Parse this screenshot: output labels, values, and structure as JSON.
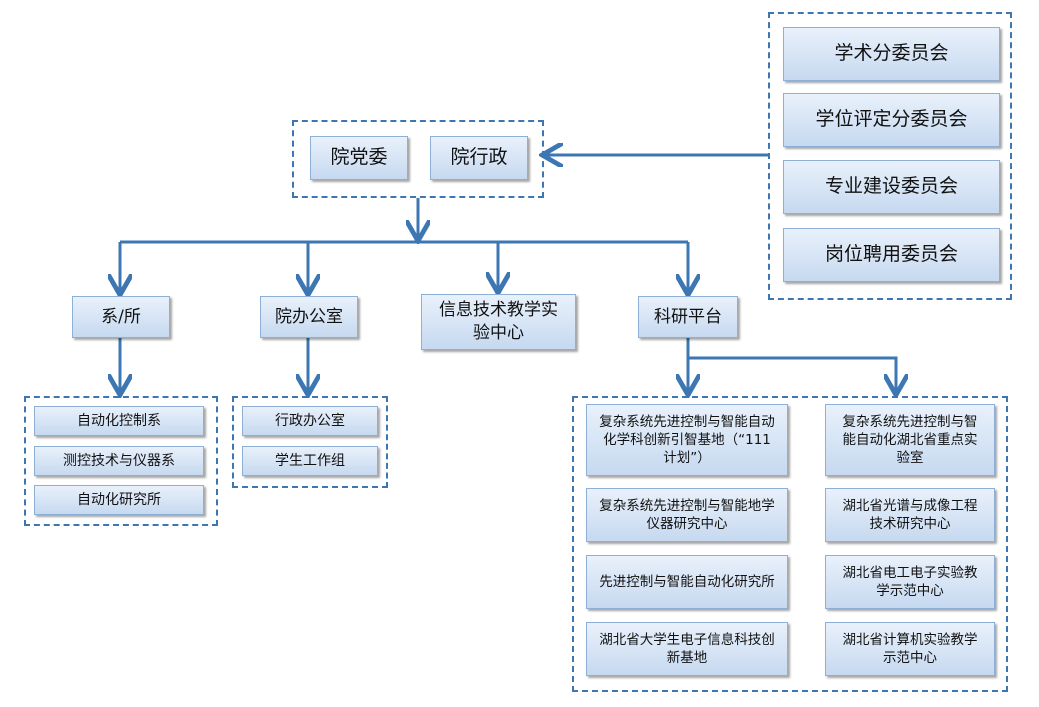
{
  "top": {
    "party_committee": "院党委",
    "administration": "院行政"
  },
  "committees": [
    "学术分委员会",
    "学位评定分委员会",
    "专业建设委员会",
    "岗位聘用委员会"
  ],
  "level2": {
    "departments": "系/所",
    "office": "院办公室",
    "it_center": "信息技术教学实验中心",
    "research_platform": "科研平台"
  },
  "departments_children": [
    "自动化控制系",
    "测控技术与仪器系",
    "自动化研究所"
  ],
  "office_children": [
    "行政办公室",
    "学生工作组"
  ],
  "platforms_left": [
    "复杂系统先进控制与智能自动化学科创新引智基地（“111计划”）",
    "复杂系统先进控制与智能地学仪器研究中心",
    "先进控制与智能自动化研究所",
    "湖北省大学生电子信息科技创新基地"
  ],
  "platforms_right": [
    "复杂系统先进控制与智能自动化湖北省重点实验室",
    "湖北省光谱与成像工程技术研究中心",
    "湖北省电工电子实验教学示范中心",
    "湖北省计算机实验教学示范中心"
  ],
  "colors": {
    "line": "#3d77b3",
    "box_top": "#e9f1fb",
    "box_bottom": "#c6d9f0"
  }
}
